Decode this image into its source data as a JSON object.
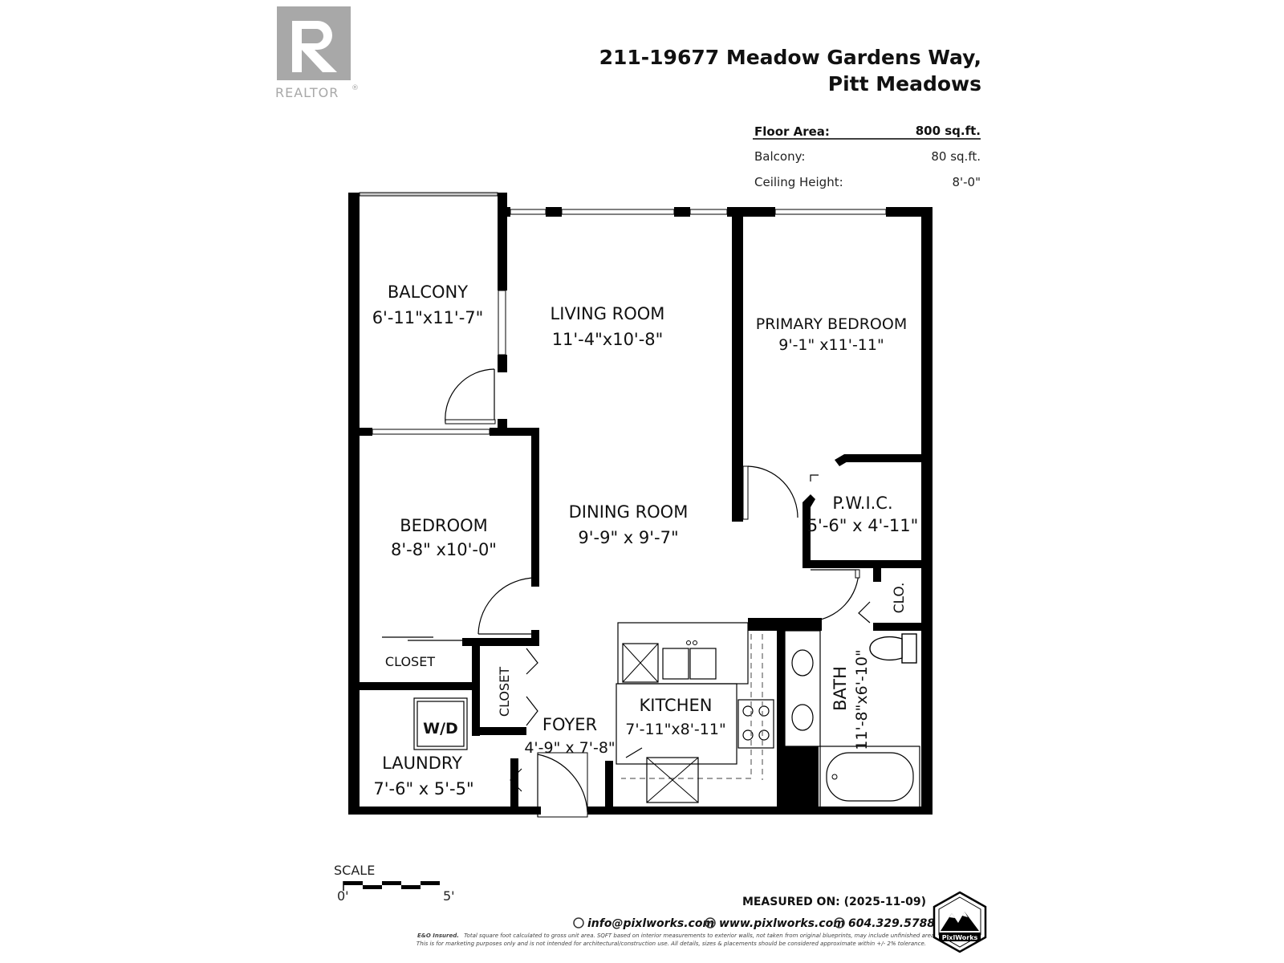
{
  "logo": {
    "name": "REALTOR",
    "registered_mark": "®"
  },
  "address": {
    "line1": "211-19677 Meadow Gardens Way,",
    "line2": "Pitt Meadows"
  },
  "areas": [
    {
      "label": "Floor Area:",
      "value": "800 sq.ft."
    },
    {
      "label": "Balcony:",
      "value": "80 sq.ft."
    },
    {
      "label": "Ceiling Height:",
      "value": "8'-0\""
    }
  ],
  "rooms": {
    "balcony": {
      "name": "BALCONY",
      "dims": "6'-11\"x11'-7\""
    },
    "living": {
      "name": "LIVING ROOM",
      "dims": "11'-4\"x10'-8\""
    },
    "primary": {
      "name": "PRIMARY BEDROOM",
      "dims": "9'-1\" x11'-11\""
    },
    "pwic": {
      "name": "P.W.I.C.",
      "dims": "5'-6\" x 4'-11\""
    },
    "dining": {
      "name": "DINING ROOM",
      "dims": "9'-9\" x 9'-7\""
    },
    "bedroom": {
      "name": "BEDROOM",
      "dims": "8'-8\" x10'-0\""
    },
    "closet1": {
      "name": "CLOSET"
    },
    "closet2": {
      "name": "CLOSET"
    },
    "clo": {
      "name": "CLO."
    },
    "bath": {
      "name": "BATH",
      "dims": "11'-8\"x6'-10\""
    },
    "kitchen": {
      "name": "KITCHEN",
      "dims": "7'-11\"x8'-11\""
    },
    "foyer": {
      "name": "FOYER",
      "dims": "4'-9\" x 7'-8\""
    },
    "laundry": {
      "name": "LAUNDRY",
      "dims": "7'-6\" x 5'-5\"",
      "appliance": "W/D"
    }
  },
  "scale": {
    "label": "SCALE",
    "start": "0'",
    "end": "5'"
  },
  "footer": {
    "measured": "MEASURED ON: (2025-11-09)",
    "email": "info@pixlworks.com",
    "website": "www.pixlworks.com",
    "phone": "604.329.5788",
    "brand": "PixlWorks",
    "disclaimer1_lead": "E&O Insured.",
    "disclaimer1": "Total square foot calculated to gross unit area. SQFT based on interior measurements to exterior walls, not taken from original blueprints, may include unfinished area.",
    "disclaimer2": "This is for marketing purposes only and is not intended for architectural/construction use.  All details, sizes & placements should be considered approximate within +/- 2% tolerance."
  }
}
